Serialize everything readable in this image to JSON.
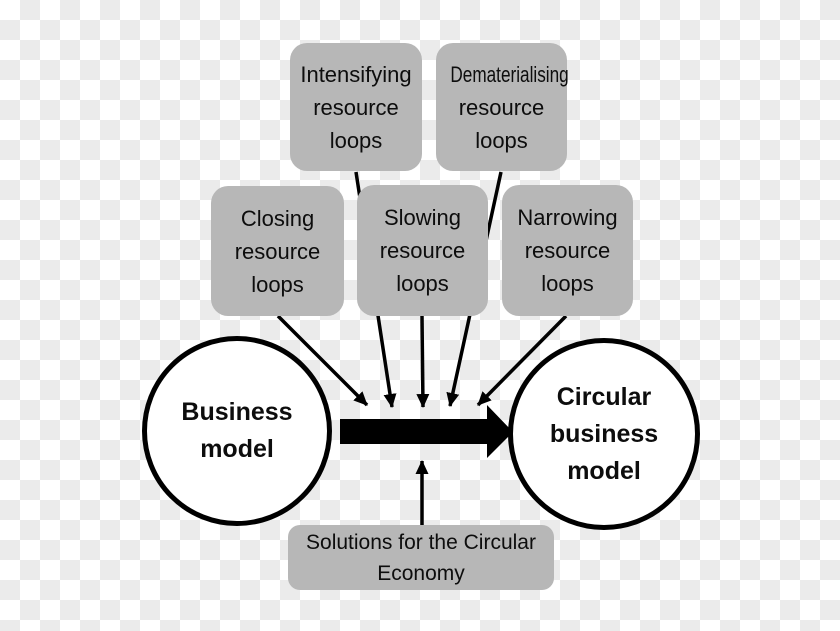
{
  "colors": {
    "checker_light": "#ffffff",
    "checker_dark": "#ebebeb",
    "box_fill": "#b7b7b7",
    "text": "#0d0d0d",
    "line": "#000000",
    "circle_fill": "#ffffff"
  },
  "strategy_boxes": {
    "intensifying": {
      "lines": [
        "Intensifying",
        "resource",
        "loops"
      ]
    },
    "dematerialising": {
      "lines": [
        "Dematerialising",
        "resource",
        "loops"
      ]
    },
    "closing": {
      "lines": [
        "Closing",
        "resource",
        "loops"
      ]
    },
    "slowing": {
      "lines": [
        "Slowing",
        "resource",
        "loops"
      ]
    },
    "narrowing": {
      "lines": [
        "Narrowing",
        "resource",
        "loops"
      ]
    }
  },
  "circles": {
    "left": {
      "lines": [
        "Business",
        "model"
      ]
    },
    "right": {
      "lines": [
        "Circular",
        "business",
        "model"
      ]
    }
  },
  "bottom_box": {
    "lines": [
      "Solutions for the Circular",
      "Economy"
    ]
  }
}
